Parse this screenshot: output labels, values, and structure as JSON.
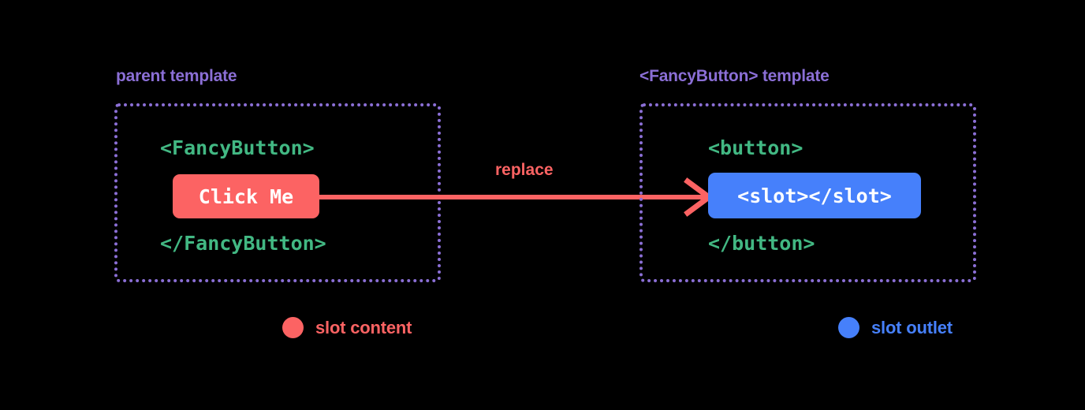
{
  "background_color": "#000000",
  "palette": {
    "purple": "#8b6fd6",
    "green": "#42b883",
    "red": "#fc6363",
    "blue": "#4680fb",
    "white": "#ffffff"
  },
  "panels": {
    "parent": {
      "label": "parent template",
      "code_open": "<FancyButton>",
      "code_close": "</FancyButton>",
      "chip_text": "Click Me",
      "chip_color": "#fc6363"
    },
    "fancy": {
      "label": "<FancyButton> template",
      "code_open": "<button>",
      "code_close": "</button>",
      "chip_text": "<slot></slot>",
      "chip_color": "#4680fb"
    }
  },
  "arrow": {
    "label": "replace",
    "color": "#fc6363",
    "direction": "left-to-right"
  },
  "legend": [
    {
      "label": "slot content",
      "color": "#fc6363"
    },
    {
      "label": "slot outlet",
      "color": "#4680fb"
    }
  ]
}
